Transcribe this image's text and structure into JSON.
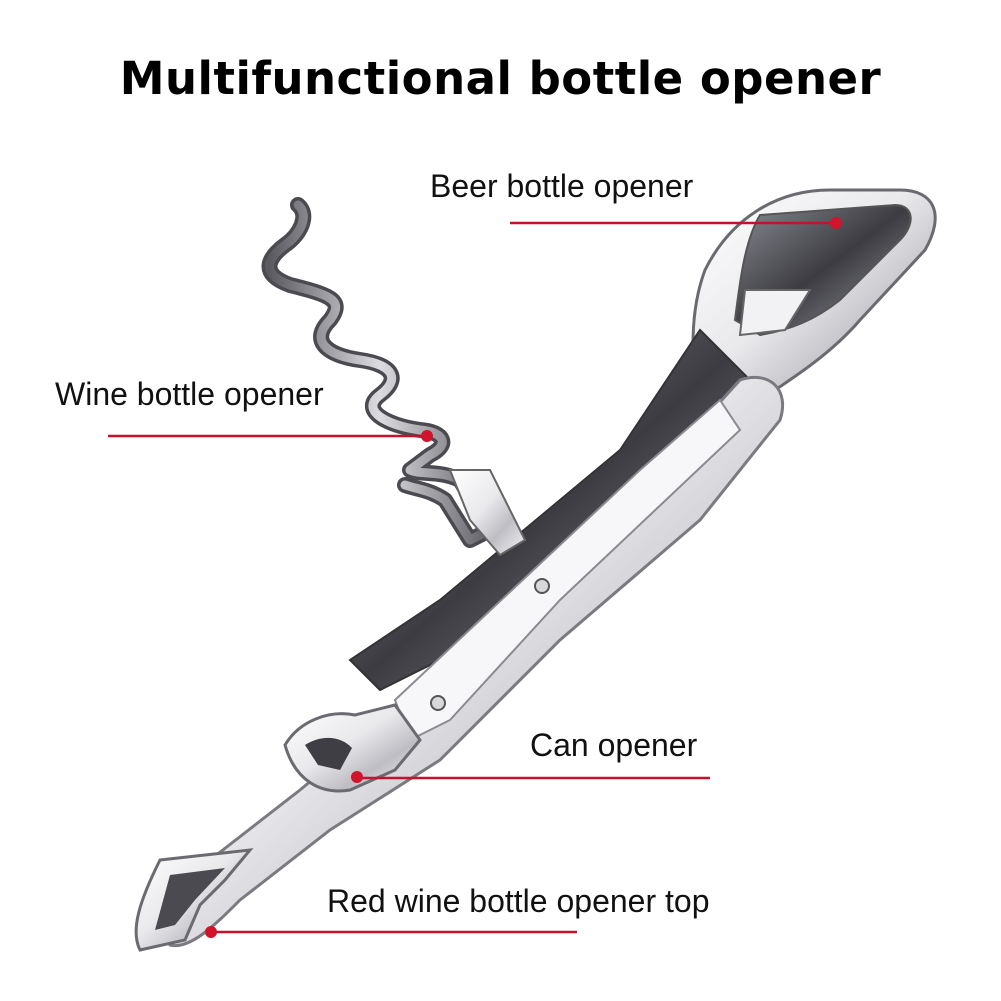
{
  "title": "Multifunctional bottle opener",
  "callouts": {
    "beer": "Beer bottle opener",
    "wine": "Wine bottle opener",
    "can": "Can opener",
    "red_wine_top": "Red wine bottle opener top"
  },
  "colors": {
    "callout_line": "#c8102e",
    "callout_dot": "#d0142c",
    "metal_light": "#f4f4f6",
    "metal_dark": "#4a4a50"
  }
}
